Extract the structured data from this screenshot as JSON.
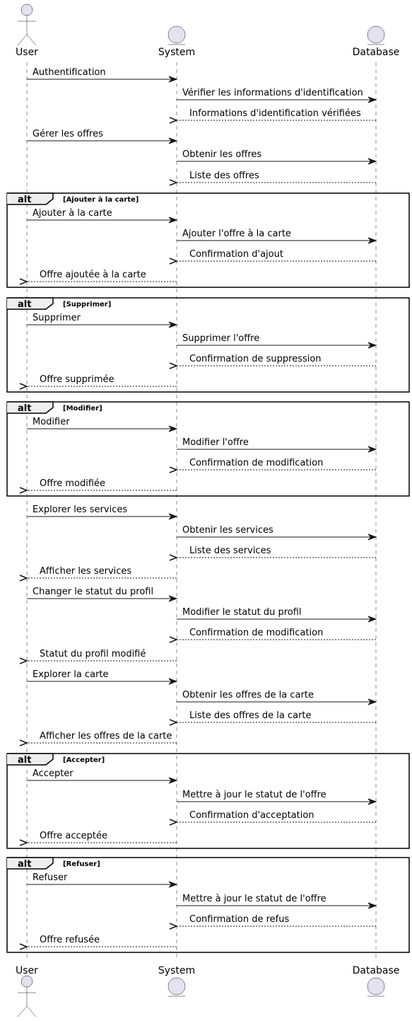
{
  "participants": [
    {
      "id": "user",
      "name": "User",
      "kind": "actor"
    },
    {
      "id": "system",
      "name": "System",
      "kind": "entity"
    },
    {
      "id": "database",
      "name": "Database",
      "kind": "entity"
    }
  ],
  "fragment_keyword": "alt",
  "fragments": [
    {
      "condition": "[Ajouter à la carte]",
      "first": 6,
      "last": 9
    },
    {
      "condition": "[Supprimer]",
      "first": 10,
      "last": 13
    },
    {
      "condition": "[Modifier]",
      "first": 14,
      "last": 17
    },
    {
      "condition": "[Accepter]",
      "first": 30,
      "last": 33
    },
    {
      "condition": "[Refuser]",
      "first": 34,
      "last": 37
    }
  ],
  "messages": [
    {
      "from": "user",
      "to": "system",
      "text": "Authentification",
      "style": "solid"
    },
    {
      "from": "system",
      "to": "database",
      "text": "Vérifier les informations d'identification",
      "style": "solid"
    },
    {
      "from": "database",
      "to": "system",
      "text": "Informations d'identification vérifiées",
      "style": "dashed"
    },
    {
      "from": "user",
      "to": "system",
      "text": "Gérer les offres",
      "style": "solid"
    },
    {
      "from": "system",
      "to": "database",
      "text": "Obtenir les offres",
      "style": "solid"
    },
    {
      "from": "database",
      "to": "system",
      "text": "Liste des offres",
      "style": "dashed"
    },
    {
      "from": "user",
      "to": "system",
      "text": "Ajouter à la carte",
      "style": "solid"
    },
    {
      "from": "system",
      "to": "database",
      "text": "Ajouter l'offre à la carte",
      "style": "solid"
    },
    {
      "from": "database",
      "to": "system",
      "text": "Confirmation d'ajout",
      "style": "dashed"
    },
    {
      "from": "system",
      "to": "user",
      "text": "Offre ajoutée à la carte",
      "style": "dashed"
    },
    {
      "from": "user",
      "to": "system",
      "text": "Supprimer",
      "style": "solid"
    },
    {
      "from": "system",
      "to": "database",
      "text": "Supprimer l'offre",
      "style": "solid"
    },
    {
      "from": "database",
      "to": "system",
      "text": "Confirmation de suppression",
      "style": "dashed"
    },
    {
      "from": "system",
      "to": "user",
      "text": "Offre supprimée",
      "style": "dashed"
    },
    {
      "from": "user",
      "to": "system",
      "text": "Modifier",
      "style": "solid"
    },
    {
      "from": "system",
      "to": "database",
      "text": "Modifier l'offre",
      "style": "solid"
    },
    {
      "from": "database",
      "to": "system",
      "text": "Confirmation de modification",
      "style": "dashed"
    },
    {
      "from": "system",
      "to": "user",
      "text": "Offre modifiée",
      "style": "dashed"
    },
    {
      "from": "user",
      "to": "system",
      "text": "Explorer les services",
      "style": "solid"
    },
    {
      "from": "system",
      "to": "database",
      "text": "Obtenir les services",
      "style": "solid"
    },
    {
      "from": "database",
      "to": "system",
      "text": "Liste des services",
      "style": "dashed"
    },
    {
      "from": "system",
      "to": "user",
      "text": "Afficher les services",
      "style": "dashed"
    },
    {
      "from": "user",
      "to": "system",
      "text": "Changer le statut du profil",
      "style": "solid"
    },
    {
      "from": "system",
      "to": "database",
      "text": "Modifier le statut du profil",
      "style": "solid"
    },
    {
      "from": "database",
      "to": "system",
      "text": "Confirmation de modification",
      "style": "dashed"
    },
    {
      "from": "system",
      "to": "user",
      "text": "Statut du profil modifié",
      "style": "dashed"
    },
    {
      "from": "user",
      "to": "system",
      "text": "Explorer la carte",
      "style": "solid"
    },
    {
      "from": "system",
      "to": "database",
      "text": "Obtenir les offres de la carte",
      "style": "solid"
    },
    {
      "from": "database",
      "to": "system",
      "text": "Liste des offres de la carte",
      "style": "dashed"
    },
    {
      "from": "system",
      "to": "user",
      "text": "Afficher les offres de la carte",
      "style": "dashed"
    },
    {
      "from": "user",
      "to": "system",
      "text": "Accepter",
      "style": "solid"
    },
    {
      "from": "system",
      "to": "database",
      "text": "Mettre à jour le statut de l'offre",
      "style": "solid"
    },
    {
      "from": "database",
      "to": "system",
      "text": "Confirmation d'acceptation",
      "style": "dashed"
    },
    {
      "from": "system",
      "to": "user",
      "text": "Offre acceptée",
      "style": "dashed"
    },
    {
      "from": "user",
      "to": "system",
      "text": "Refuser",
      "style": "solid"
    },
    {
      "from": "system",
      "to": "database",
      "text": "Mettre à jour le statut de l'offre",
      "style": "solid"
    },
    {
      "from": "database",
      "to": "system",
      "text": "Confirmation de refus",
      "style": "dashed"
    },
    {
      "from": "system",
      "to": "user",
      "text": "Offre refusée",
      "style": "dashed"
    }
  ],
  "colors": {
    "participant_fill": "#E2E2F0",
    "participant_stroke": "#181818",
    "lifeline": "#181818",
    "arrow": "#181818",
    "fragment_border": "#000000",
    "text": "#000000"
  }
}
